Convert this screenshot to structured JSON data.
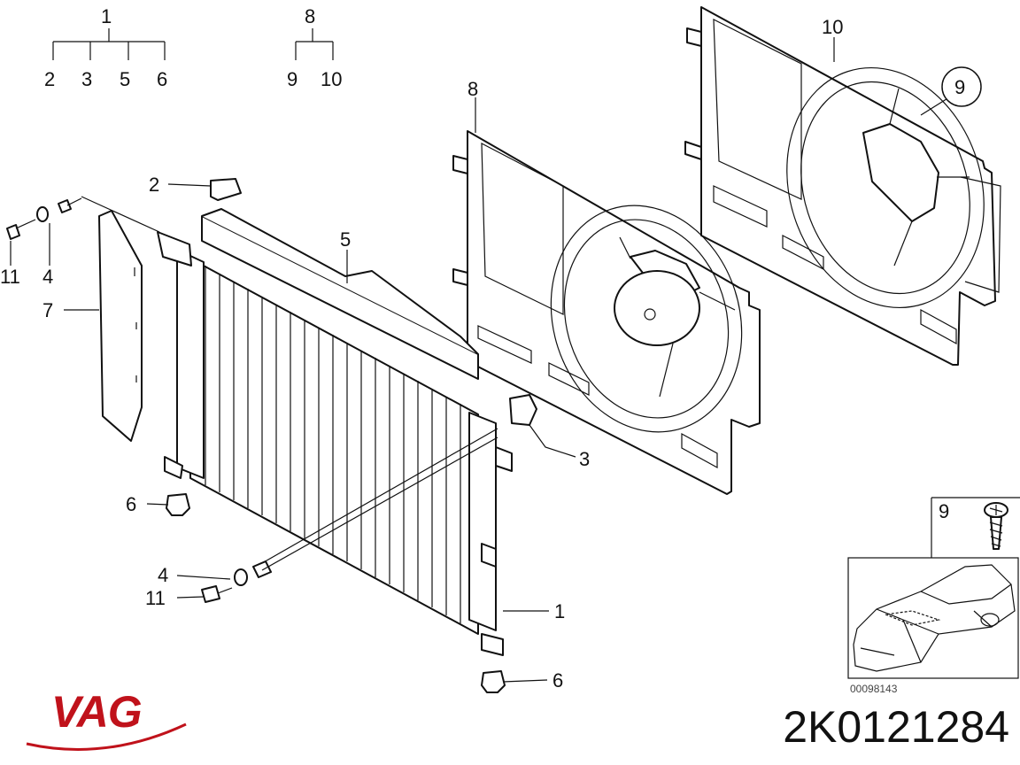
{
  "legend": {
    "group_a": {
      "parent": "1",
      "children": [
        "2",
        "3",
        "5",
        "6"
      ]
    },
    "group_b": {
      "parent": "8",
      "children": [
        "9",
        "10"
      ]
    }
  },
  "callouts": {
    "c1": "1",
    "c2": "2",
    "c3": "3",
    "c4a": "4",
    "c4b": "4",
    "c5": "5",
    "c6a": "6",
    "c6b": "6",
    "c7": "7",
    "c8": "8",
    "c9": "9",
    "c10": "10",
    "c11a": "11",
    "c11b": "11"
  },
  "inset": {
    "number": "9",
    "code": "00098143"
  },
  "brand": {
    "logo_text": "VAG",
    "part_number": "2K0121284"
  }
}
